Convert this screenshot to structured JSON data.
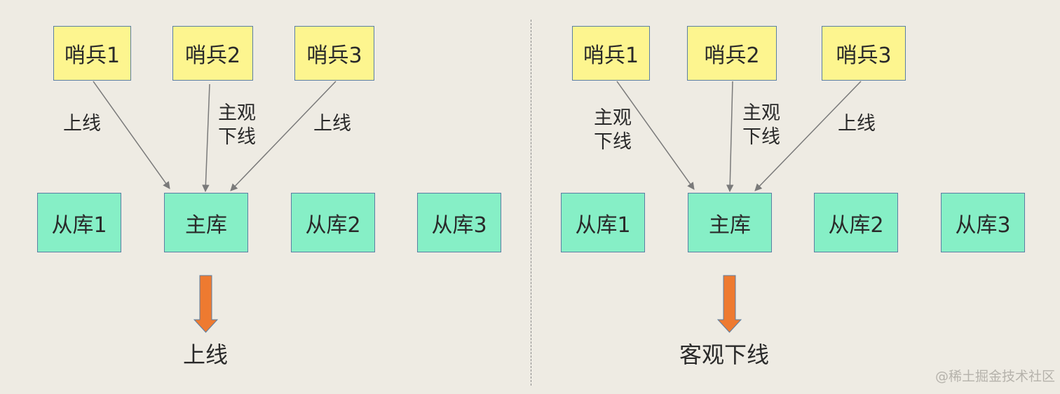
{
  "left_panel": {
    "sentinels": [
      "哨兵1",
      "哨兵2",
      "哨兵3"
    ],
    "databases": [
      "从库1",
      "主库",
      "从库2",
      "从库3"
    ],
    "edge_labels": {
      "s1": "上线",
      "s2_line1": "主观",
      "s2_line2": "下线",
      "s3": "上线"
    },
    "result": "上线"
  },
  "right_panel": {
    "sentinels": [
      "哨兵1",
      "哨兵2",
      "哨兵3"
    ],
    "databases": [
      "从库1",
      "主库",
      "从库2",
      "从库3"
    ],
    "edge_labels": {
      "s1_line1": "主观",
      "s1_line2": "下线",
      "s2_line1": "主观",
      "s2_line2": "下线",
      "s3": "上线"
    },
    "result": "客观下线"
  },
  "watermark": "@稀土掘金技术社区",
  "colors": {
    "sentinel_fill": "#fdf58f",
    "db_fill": "#86efc6",
    "border": "#5b7fa3",
    "arrow": "#7a7a7a",
    "down_arrow": "#ee7a30",
    "background": "#eeebe3"
  }
}
